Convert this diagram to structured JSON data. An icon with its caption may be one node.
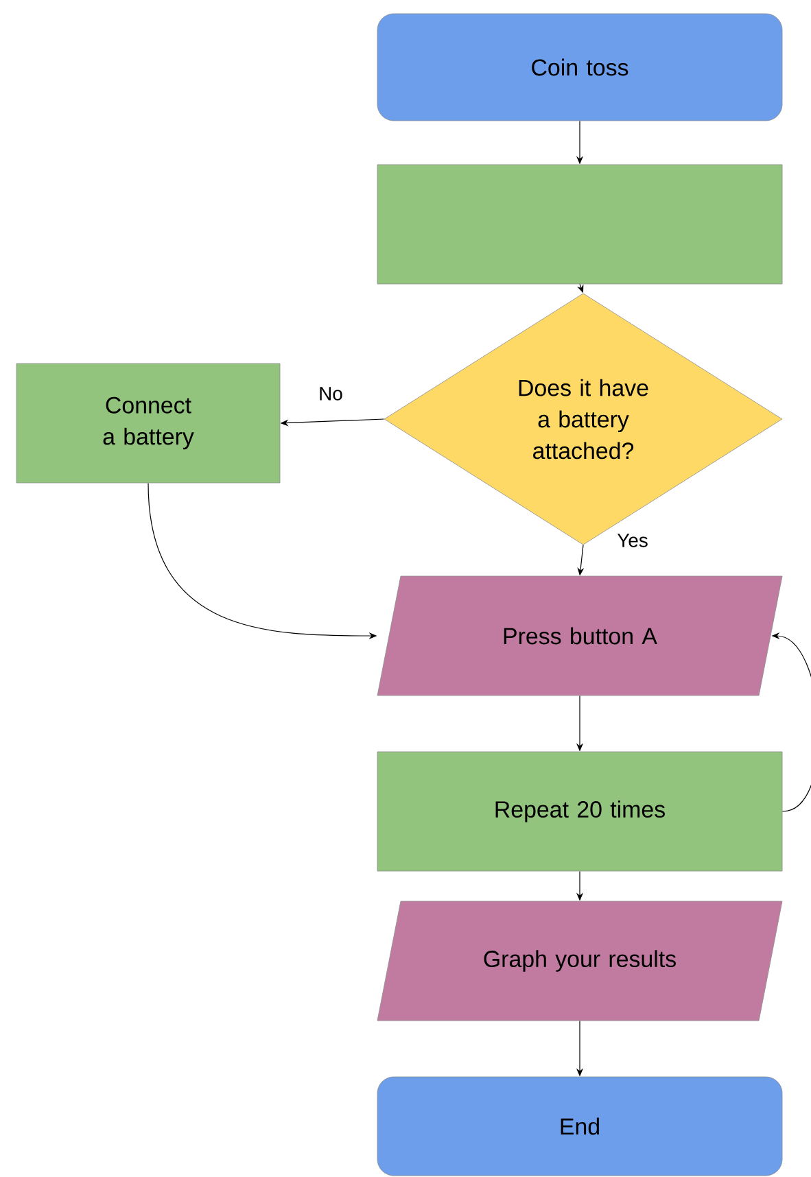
{
  "diagram": {
    "nodes": [
      {
        "text": [
          "Coin toss"
        ]
      },
      {
        "text": [],
        "shape": "box"
      },
      {
        "text": [
          "Does it have a battery attached?"
        ]
      },
      {
        "text": [
          "Connect a battery"
        ]
      },
      {
        "text": [
          "Press button A"
        ]
      },
      {
        "text": [
          "Repeat 20 times"
        ]
      },
      {
        "text": [
          "Graph your results"
        ]
      },
      {
        "text": [
          "End"
        ]
      }
    ],
    "edges": [
      {
        "from": 0,
        "to": 1,
        "arrow": "to"
      },
      {
        "from": 1,
        "to": 2,
        "arrow": "to"
      },
      {
        "from": 2,
        "to": 3,
        "arrow": "to",
        "label": "No"
      },
      {
        "from": 2,
        "to": 4,
        "arrow": "to",
        "label": "Yes"
      },
      {
        "from": 3,
        "to": 4,
        "arrow": "to"
      },
      {
        "from": 4,
        "to": 5,
        "arrow": "to"
      },
      {
        "from": 5,
        "to": 4,
        "arrow": "to"
      },
      {
        "from": 5,
        "to": 6,
        "arrow": "to"
      },
      {
        "from": 6,
        "to": 7,
        "arrow": "to"
      }
    ]
  }
}
